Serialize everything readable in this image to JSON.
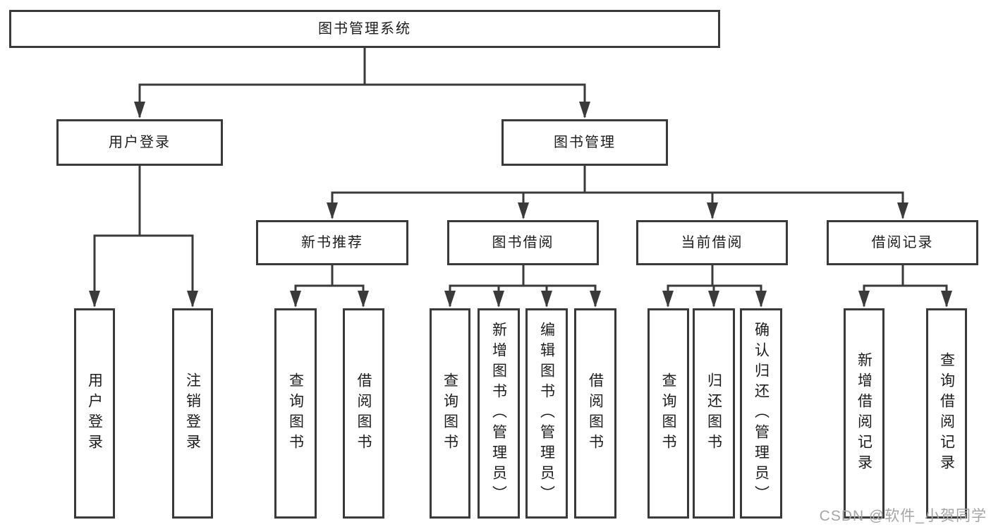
{
  "diagram": {
    "root": {
      "label": "图书管理系统",
      "children": [
        {
          "label": "用户登录",
          "children": [
            {
              "label": "用户登录"
            },
            {
              "label": "注销登录"
            }
          ]
        },
        {
          "label": "图书管理",
          "children": [
            {
              "label": "新书推荐",
              "children": [
                {
                  "label": "查询图书"
                },
                {
                  "label": "借阅图书"
                }
              ]
            },
            {
              "label": "图书借阅",
              "children": [
                {
                  "label": "查询图书"
                },
                {
                  "label": "新增图书（管理员）"
                },
                {
                  "label": "编辑图书（管理员）"
                },
                {
                  "label": "借阅图书"
                }
              ]
            },
            {
              "label": "当前借阅",
              "children": [
                {
                  "label": "查询图书"
                },
                {
                  "label": "归还图书"
                },
                {
                  "label": "确认归还（管理员）"
                }
              ]
            },
            {
              "label": "借阅记录",
              "children": [
                {
                  "label": "新增借阅记录"
                },
                {
                  "label": "查询借阅记录"
                }
              ]
            }
          ]
        }
      ]
    },
    "colors": {
      "line": "#3a3a3a",
      "box_border": "#3a3a3a",
      "text": "#1d1d1d",
      "watermark": "#a5a5a5",
      "background": "#ffffff"
    }
  },
  "watermark": {
    "text": "CSDN @软件_小贺同学"
  }
}
